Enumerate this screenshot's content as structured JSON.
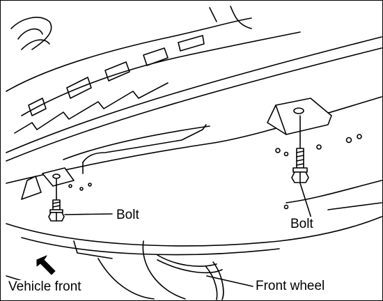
{
  "labels": {
    "bolt_left": "Bolt",
    "bolt_right": "Bolt",
    "vehicle_front": "Vehicle front",
    "front_wheel": "Front wheel"
  },
  "colors": {
    "line": "#000000",
    "background": "#ffffff"
  },
  "icons": {
    "direction_arrow": "arrow-up-left-icon",
    "bolt": "bolt-icon"
  }
}
